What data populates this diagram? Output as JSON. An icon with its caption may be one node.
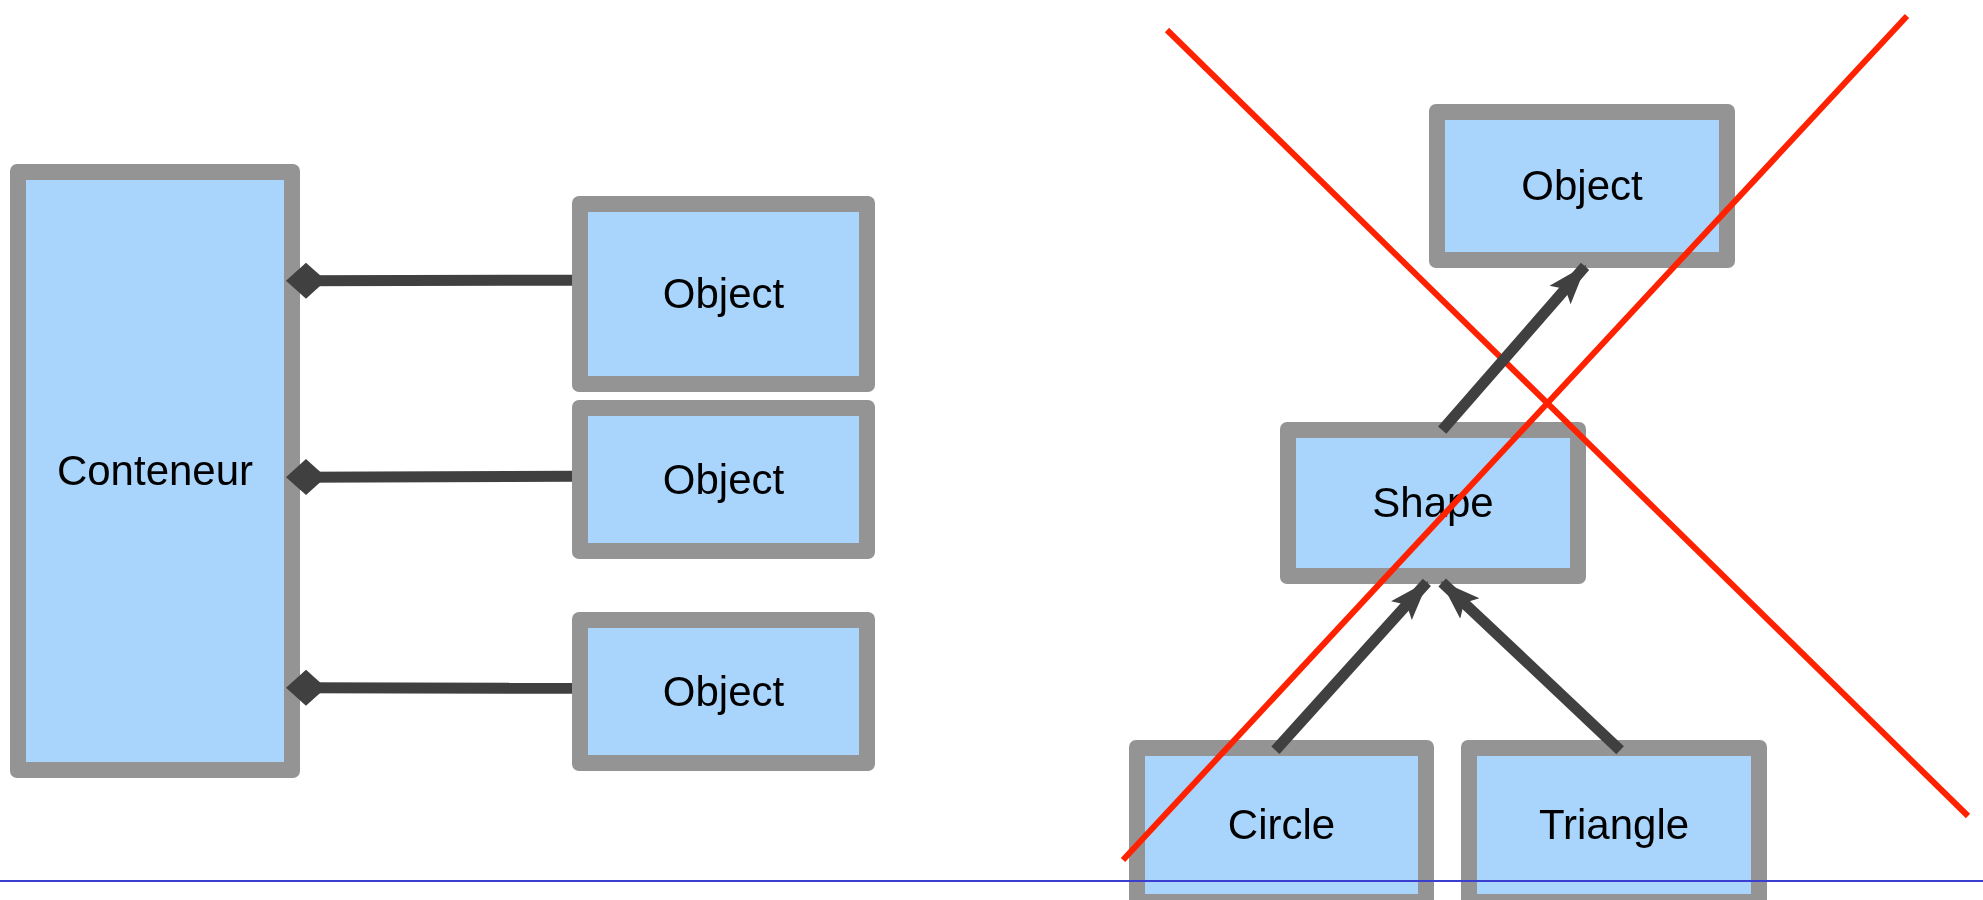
{
  "diagram": {
    "nodes": [
      {
        "text": [
          "Conteneur"
        ]
      },
      {
        "text": [
          "Object"
        ]
      },
      {
        "text": [
          "Object"
        ]
      },
      {
        "text": [
          "Object"
        ]
      },
      {
        "text": [
          "Object"
        ]
      },
      {
        "text": [
          "Shape"
        ]
      },
      {
        "text": [
          "Circle"
        ]
      },
      {
        "text": [
          "Triangle"
        ]
      }
    ],
    "edges": [
      {
        "from": 0,
        "to": 1,
        "arrow": "other"
      },
      {
        "from": 0,
        "to": 2,
        "arrow": "other"
      },
      {
        "from": 0,
        "to": 3,
        "arrow": "other"
      },
      {
        "from": 5,
        "to": 4,
        "arrow": "to"
      },
      {
        "from": 6,
        "to": 5,
        "arrow": "to"
      },
      {
        "from": 7,
        "to": 5,
        "arrow": "to"
      }
    ]
  }
}
